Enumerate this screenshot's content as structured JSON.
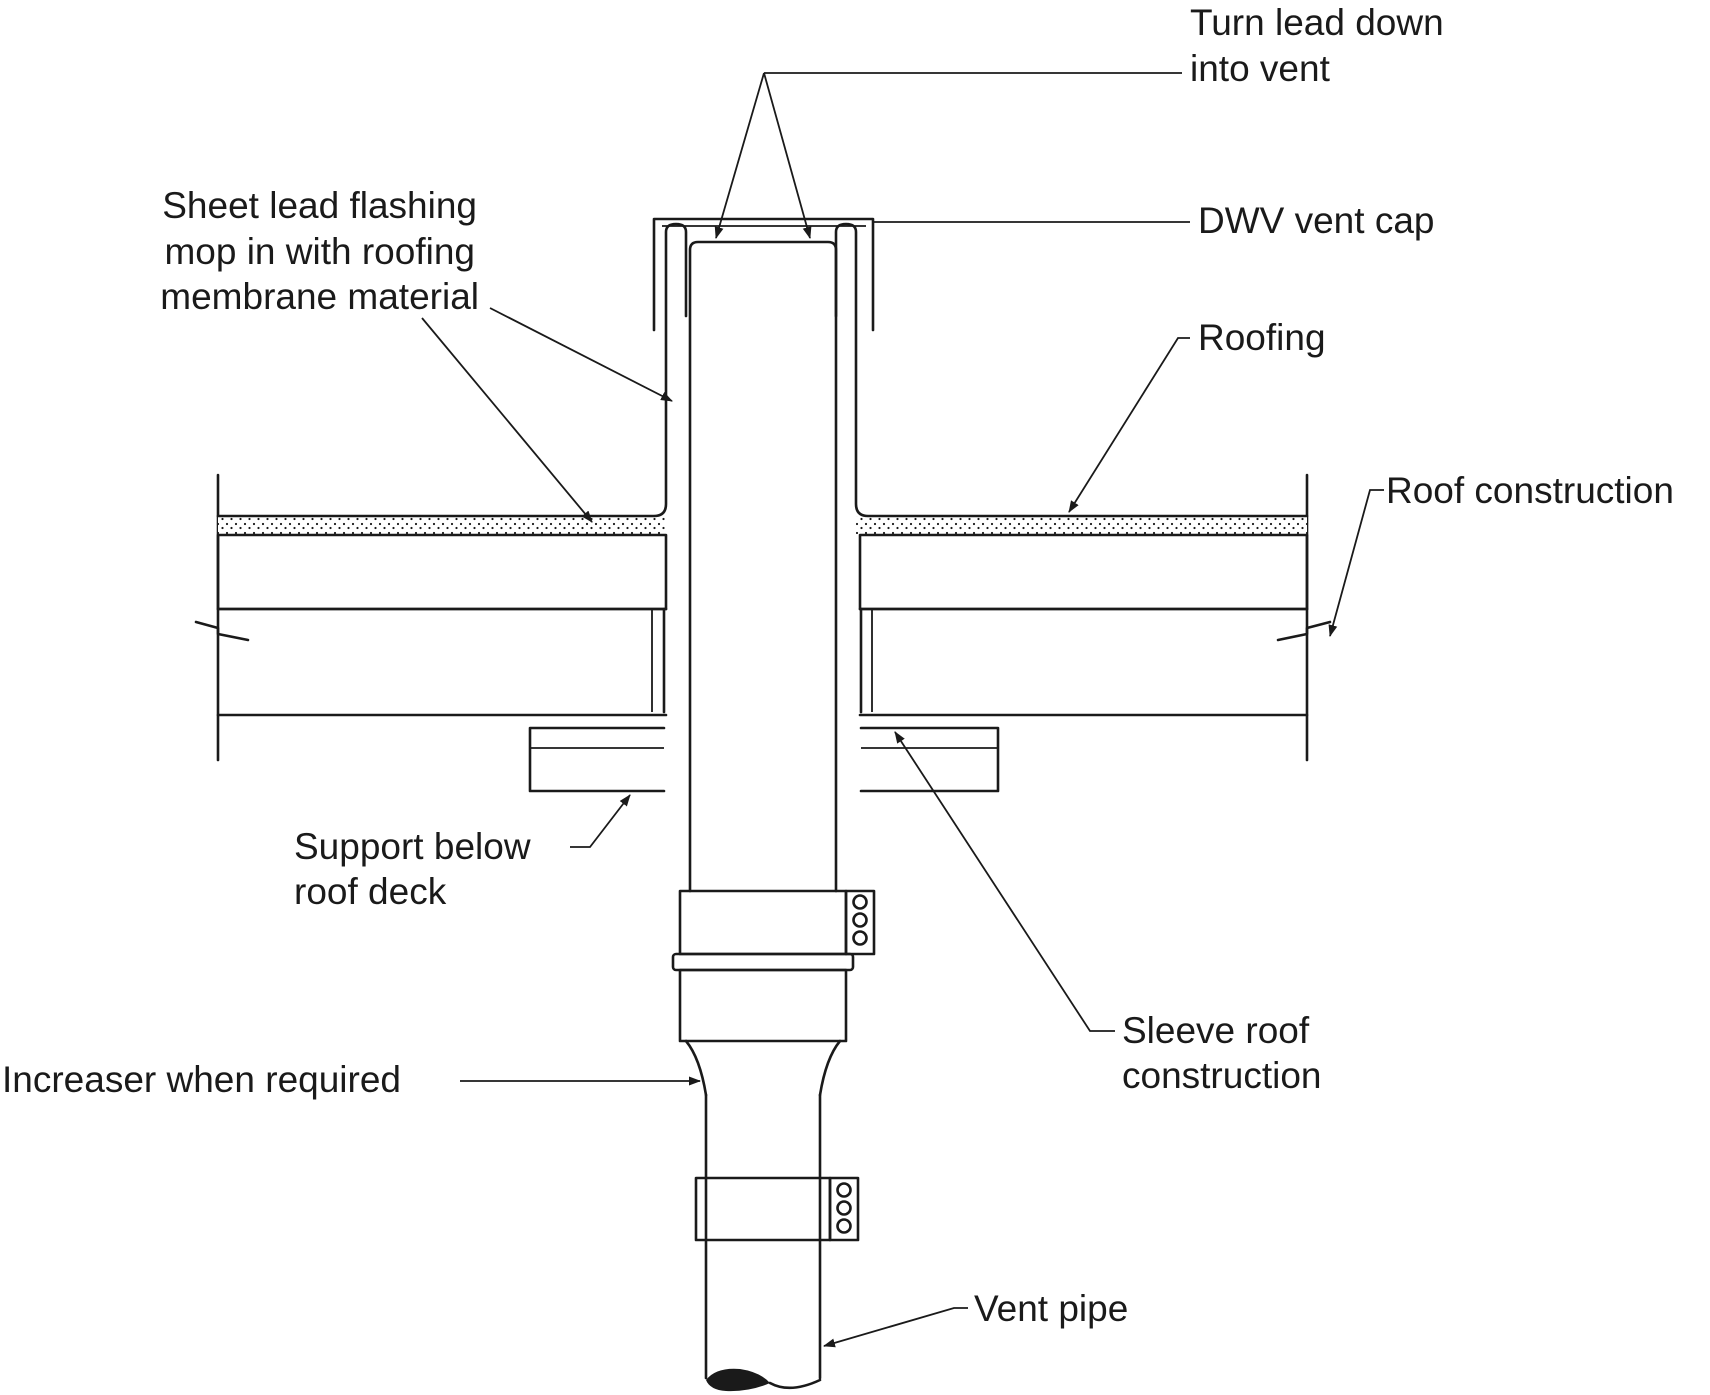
{
  "title": "Vent pipe through roof flashing detail",
  "labels": {
    "turn_lead": [
      "Turn lead down",
      "into vent"
    ],
    "sheet_lead": [
      "Sheet lead flashing",
      "mop in with roofing",
      "membrane material"
    ],
    "dwv_cap": "DWV vent cap",
    "roofing": "Roofing",
    "roof_construction": "Roof construction",
    "support": [
      "Support below",
      "roof deck"
    ],
    "sleeve": [
      "Sleeve roof",
      "construction"
    ],
    "increaser": "Increaser when required",
    "vent_pipe": "Vent pipe"
  },
  "colors": {
    "ink": "#1a1a1a",
    "background": "#ffffff"
  }
}
